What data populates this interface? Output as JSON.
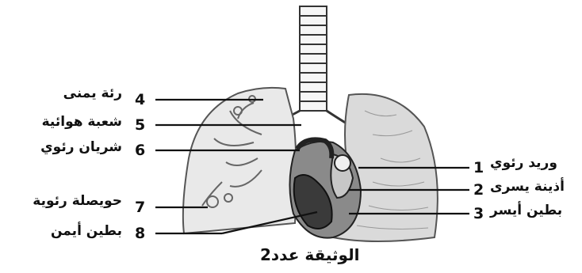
{
  "caption": "الوثيقة عدد2",
  "labels": [
    {
      "num": "4",
      "text": "رئة يمنى"
    },
    {
      "num": "5",
      "text": "شعبة هوائية"
    },
    {
      "num": "6",
      "text": "شريان رئوي"
    },
    {
      "num": "7",
      "text": "حويصلة رئوية"
    },
    {
      "num": "8",
      "text": "بطين أيمن"
    },
    {
      "num": "1",
      "text": "وريد رئوي"
    },
    {
      "num": "2",
      "text": "أذينة يسرى"
    },
    {
      "num": "3",
      "text": "بطين أيسر"
    }
  ]
}
